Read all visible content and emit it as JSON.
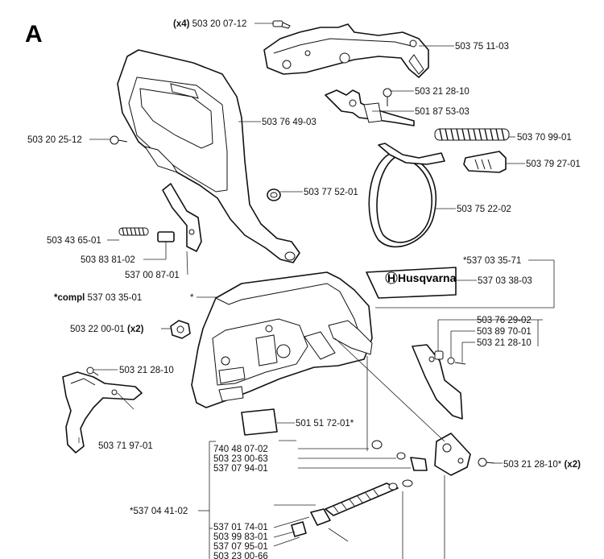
{
  "section_letter": "A",
  "labels": {
    "p_503200712": {
      "prefix": "(x4)",
      "text": "503 20 07-12"
    },
    "p_503751103": {
      "text": "503 75 11-03"
    },
    "p_503212810_top": {
      "text": "503 21 28-10"
    },
    "p_501875303": {
      "text": "501 87 53-03"
    },
    "p_503764903": {
      "text": "503 76 49-03"
    },
    "p_503202512": {
      "text": "503 20 25-12"
    },
    "p_503709901": {
      "text": "503 70 99-01"
    },
    "p_503792701": {
      "text": "503 79 27-01"
    },
    "p_503775201": {
      "text": "503 77 52-01"
    },
    "p_503752202": {
      "text": "503 75 22-02"
    },
    "p_503436501": {
      "text": "503 43 65-01"
    },
    "p_503838102": {
      "text": "503 83 81-02"
    },
    "p_537008701": {
      "text": "537 00 87-01"
    },
    "p_537033571": {
      "text": "*537 03 35-71"
    },
    "p_537033803": {
      "text": "537 03 38-03"
    },
    "p_compl": {
      "prefix": "*compl",
      "text": "537 03 35-01"
    },
    "p_star": {
      "text": "*"
    },
    "p_503220001": {
      "text": "503 22 00-01",
      "suffix": "(x2)"
    },
    "p_503762902": {
      "text": "503 76 29-02"
    },
    "p_503897001": {
      "text": "503 89 70-01"
    },
    "p_503212810_right": {
      "text": "503 21 28-10"
    },
    "p_503212810_left": {
      "text": "503 21 28-10"
    },
    "p_503719701": {
      "text": "503 71 97-01"
    },
    "p_501517201": {
      "text": "501 51 72-01*"
    },
    "p_740480702": {
      "text": "740 48 07-02"
    },
    "p_503230063": {
      "text": "503 23 00-63"
    },
    "p_537079401": {
      "text": "537 07 94-01"
    },
    "p_503212810_x2": {
      "text": "503 21 28-10*",
      "suffix": "(x2)"
    },
    "p_537044102": {
      "text": "*537 04 41-02"
    },
    "p_537017401": {
      "text": "537 01 74-01"
    },
    "p_503998301": {
      "text": "503 99 83-01"
    },
    "p_537079501": {
      "text": "537 07 95-01"
    },
    "p_503230066": {
      "text": "503 23 00-66"
    }
  },
  "brand_decal": {
    "text": "Husqvarna",
    "logo_letter": "H"
  }
}
